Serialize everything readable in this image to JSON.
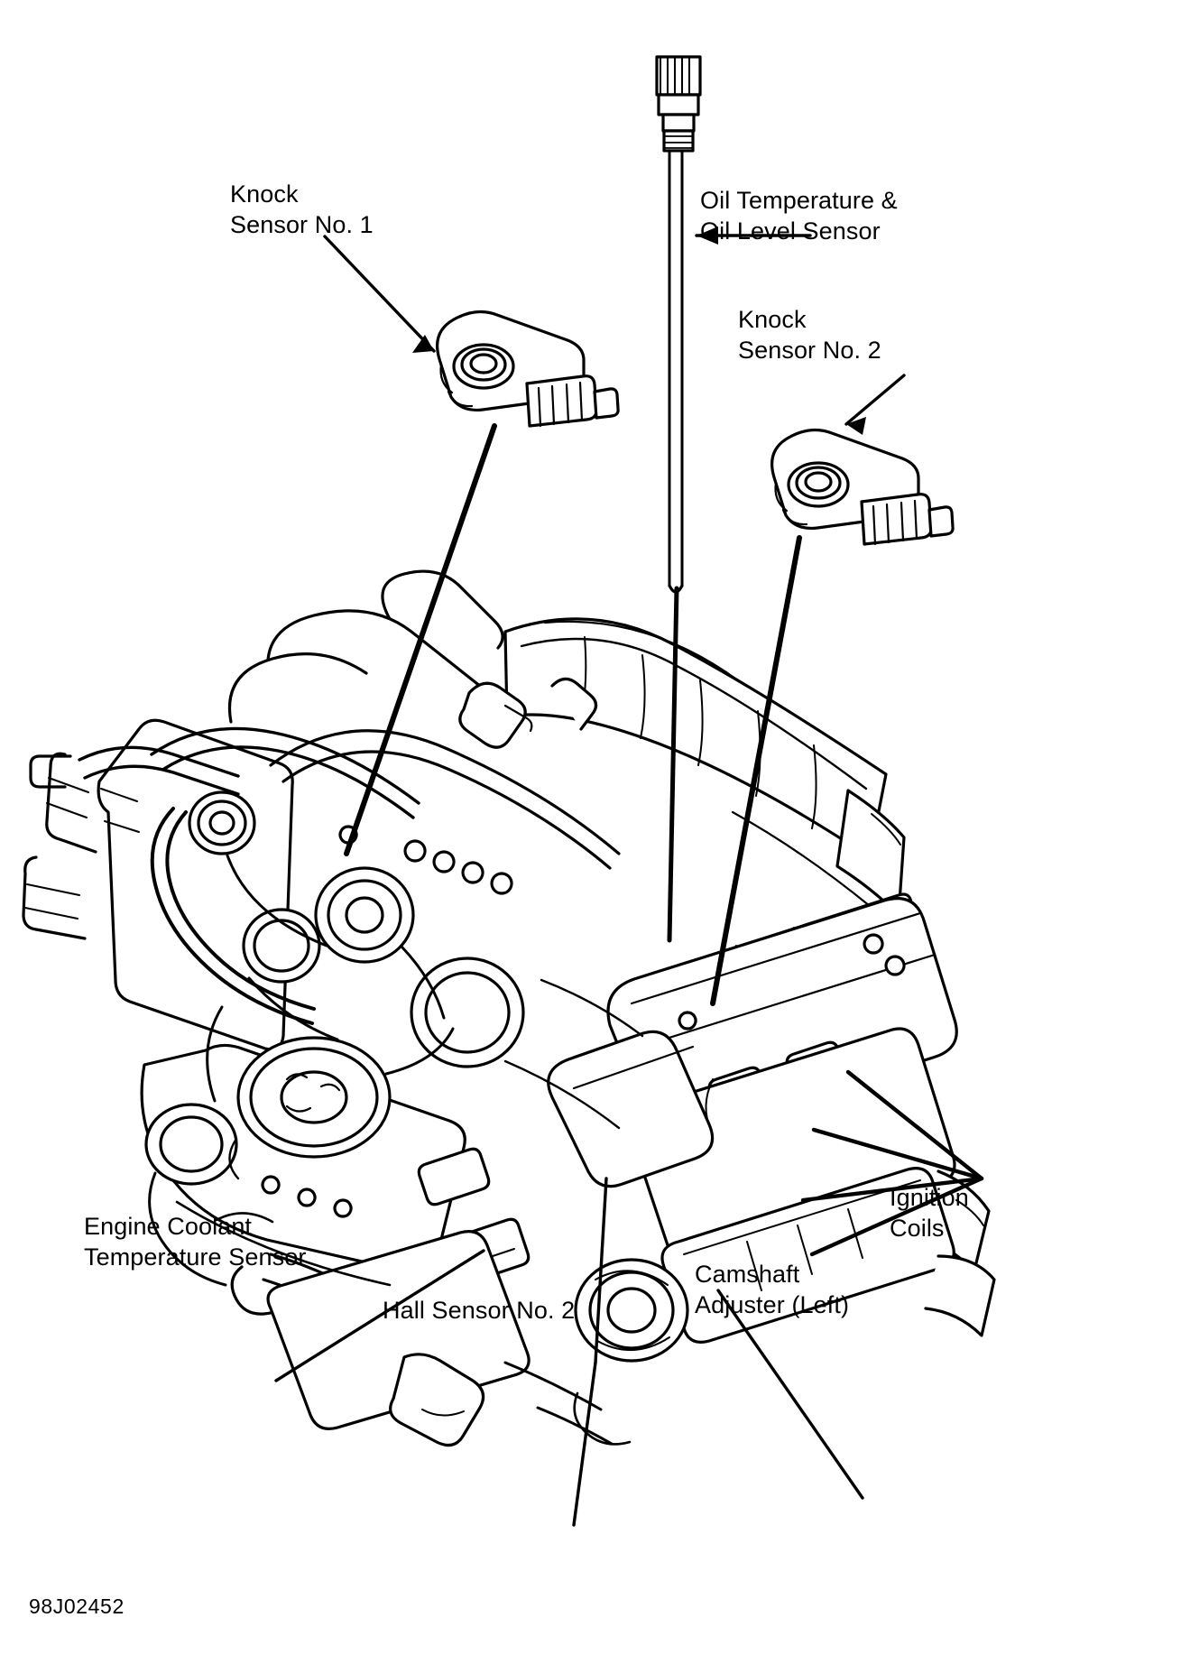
{
  "figure": {
    "id_code": "98J02452",
    "subject": "Engine sensor and ignition component locations",
    "background_color": "#ffffff",
    "line_color": "#000000"
  },
  "callouts": [
    {
      "key": "knock_sensor_1",
      "name": "knock-sensor-1",
      "line1": "Knock",
      "line2": "Sensor No. 1",
      "align": "left",
      "leader": "arrow",
      "points_to": "knock sensor body upper left"
    },
    {
      "key": "oil_temp_level_sensor",
      "name": "oil-temperature-level-sensor",
      "line1": "Oil Temperature &",
      "line2": "Oil Level Sensor",
      "align": "left",
      "leader": "arrow",
      "points_to": "dipstick tube"
    },
    {
      "key": "knock_sensor_2",
      "name": "knock-sensor-2",
      "line1": "Knock",
      "line2": "Sensor No. 2",
      "align": "left",
      "leader": "arrow",
      "points_to": "knock sensor body right"
    },
    {
      "key": "ignition_coils",
      "name": "ignition-coils",
      "line1": "Ignition",
      "line2": "Coils",
      "align": "left",
      "leader": "fan",
      "points_to": "four coil packs on right cylinder head"
    },
    {
      "key": "engine_coolant_temperature_sensor",
      "name": "engine-coolant-temperature-sensor",
      "line1": "Engine Coolant",
      "line2": "Temperature Sensor",
      "align": "left",
      "leader": "line",
      "points_to": "sensor on left head"
    },
    {
      "key": "hall_sensor_2",
      "name": "hall-sensor-2",
      "line1": "Hall Sensor No. 2",
      "line2": "",
      "align": "left",
      "leader": "line",
      "points_to": "hall sensor front center"
    },
    {
      "key": "camshaft_adjuster_left",
      "name": "camshaft-adjuster-left",
      "line1": "Camshaft",
      "line2": "Adjuster (Left)",
      "align": "left",
      "leader": "line",
      "points_to": "camshaft adjuster lower center"
    }
  ]
}
